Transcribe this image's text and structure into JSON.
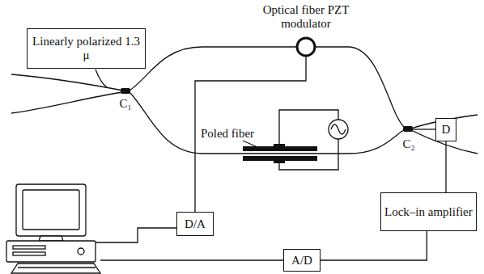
{
  "diagram": {
    "nodes": [
      {
        "text": [
          "Linearly polarized 1.3 μ"
        ]
      },
      {
        "text": [
          "D"
        ]
      },
      {
        "text": [
          "D/A"
        ]
      },
      {
        "text": [
          "Lock–in amplifier"
        ]
      },
      {
        "text": [
          "A/D"
        ]
      }
    ],
    "edges": [
      {
        "from": 1,
        "to": 3,
        "arrow": "none"
      },
      {
        "from": 3,
        "to": 4,
        "arrow": "none"
      }
    ],
    "labels": [
      "Optical fiber PZT modulator",
      "Poled fiber",
      "C₁",
      "C₂"
    ]
  }
}
